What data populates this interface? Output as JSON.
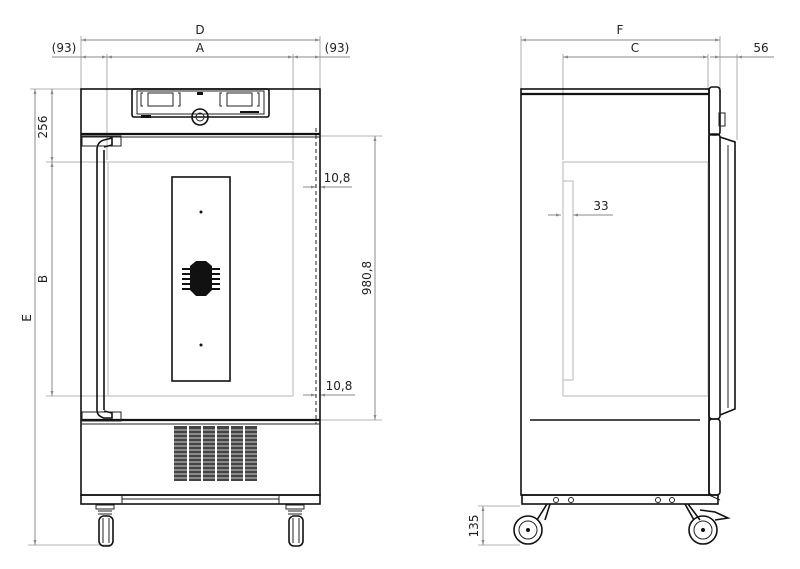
{
  "drawing": {
    "title": "Technical dimension drawing – cabinet front and side views",
    "front_view": {
      "dimensions": {
        "overall_width": "D",
        "inner_width": "A",
        "left_offset": "(93)",
        "right_offset": "(93)",
        "top_panel_height": "256",
        "inner_height": "B",
        "overall_height": "E",
        "door_height": "980,8",
        "top_gap": "10,8",
        "bottom_gap": "10,8"
      }
    },
    "side_view": {
      "dimensions": {
        "overall_depth": "F",
        "inner_depth": "C",
        "door_projection": "56",
        "inner_offset": "33",
        "caster_height": "135"
      }
    },
    "colors": {
      "line": "#111111",
      "dimension": "#8a8a8a",
      "hidden": "#b5b5b5",
      "background": "#ffffff"
    }
  }
}
